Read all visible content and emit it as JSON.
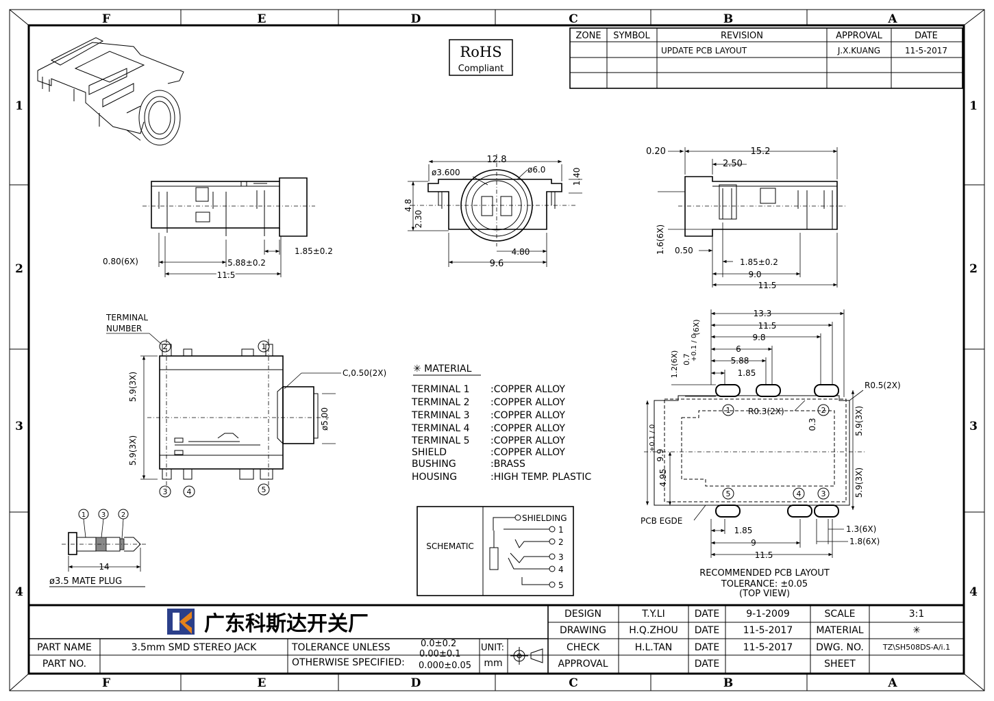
{
  "zones": {
    "columns": [
      "F",
      "E",
      "D",
      "C",
      "B",
      "A"
    ],
    "rows": [
      "1",
      "2",
      "3",
      "4"
    ]
  },
  "rohs": {
    "line1": "RoHS",
    "line2": "Compliant"
  },
  "revision_table": {
    "headers": [
      "ZONE",
      "SYMBOL",
      "REVISION",
      "APPROVAL",
      "DATE"
    ],
    "row1": {
      "zone": "",
      "symbol": "",
      "revision": "UPDATE PCB LAYOUT",
      "approval": "J.X.KUANG",
      "date": "11-5-2017"
    }
  },
  "front_view": {
    "dims": {
      "pitch": "0.80(6X)",
      "d588": "5.88±0.2",
      "d185": "1.85±0.2",
      "d115": "11.5"
    }
  },
  "end_view": {
    "dims": {
      "d128": "12.8",
      "d3600": "ø3.600",
      "d60": "ø6.0",
      "d140": "1.40",
      "d48": "4.8",
      "d230": "2.30",
      "d480": "4.80",
      "d96": "9.6"
    }
  },
  "side_view": {
    "dims": {
      "d020": "0.20",
      "d152": "15.2",
      "d250": "2.50",
      "d16": "1.6(6X)",
      "d050": "0.50",
      "d185": "1.85±0.2",
      "d90": "9.0",
      "d115": "11.5"
    }
  },
  "top_view": {
    "terminal_label_1": "TERMINAL",
    "terminal_label_2": "NUMBER",
    "chamfer": "C,0.50(2X)",
    "d59a": "5.9(3X)",
    "d59b": "5.9(3X)",
    "d500": "ø5.00",
    "terminals": [
      "1",
      "2",
      "3",
      "4",
      "5"
    ]
  },
  "plug": {
    "label": "ø3.5 MATE PLUG",
    "length": "14",
    "numbers": [
      "1",
      "3",
      "2"
    ]
  },
  "material": {
    "title": "✳ MATERIAL",
    "rows": [
      {
        "part": "TERMINAL 1",
        "material": ":COPPER ALLOY"
      },
      {
        "part": "TERMINAL 2",
        "material": ":COPPER ALLOY"
      },
      {
        "part": "TERMINAL 3",
        "material": ":COPPER ALLOY"
      },
      {
        "part": "TERMINAL 4",
        "material": ":COPPER ALLOY"
      },
      {
        "part": "TERMINAL 5",
        "material": ":COPPER ALLOY"
      },
      {
        "part": "SHIELD",
        "material": ":COPPER ALLOY"
      },
      {
        "part": "BUSHING",
        "material": ":BRASS"
      },
      {
        "part": "HOUSING",
        "material": ":HIGH TEMP. PLASTIC"
      }
    ]
  },
  "schematic": {
    "label": "SCHEMATIC",
    "pins": [
      "SHIELDING",
      "1",
      "2",
      "3",
      "4",
      "5"
    ]
  },
  "pcb_layout": {
    "dims": {
      "d133": "13.3",
      "d115": "11.5",
      "d98": "9.8",
      "d6": "6",
      "d588": "5.88",
      "d185": "1.85",
      "d12": "1.2(6X)",
      "d07": "0.7",
      "d07tol": "+0.1 / 0",
      "d07x": "(6X)",
      "r05": "R0.5(2X)",
      "r03": "R0.3(2X)",
      "d03": "0.3",
      "d99": "9.9",
      "d99tol": "+0.1 / 0",
      "d495": "4.95",
      "d59a": "5.9(3X)",
      "d59b": "5.9(3X)",
      "edge": "PCB EGDE",
      "b185": "1.85",
      "b9": "9",
      "b115": "11.5",
      "d13": "1.3(6X)",
      "d18": "1.8(6X)"
    },
    "caption1": "RECOMMENDED PCB LAYOUT",
    "caption2": "TOLERANCE: ±0.05",
    "caption3": "(TOP VIEW)",
    "pads": [
      "1",
      "2",
      "3",
      "4",
      "5"
    ]
  },
  "title_block": {
    "company": "广东科斯达开关厂",
    "part_name_label": "PART NAME",
    "part_name": "3.5mm SMD STEREO JACK",
    "part_no_label": "PART NO.",
    "part_no": "",
    "tolerance1": "TOLERANCE UNLESS",
    "tolerance2": "OTHERWISE SPECIFIED:",
    "tol_a": "0.0±0.2",
    "tol_b": "0.00±0.1",
    "tol_c": "0.000±0.05",
    "unit_label": "UNIT:",
    "unit": "mm",
    "design_label": "DESIGN",
    "design": "T.Y.LI",
    "drawing_label": "DRAWING",
    "drawing": "H.Q.ZHOU",
    "check_label": "CHECK",
    "check": "H.L.TAN",
    "approval_label": "APPROVAL",
    "approval": "",
    "date_label": "DATE",
    "date1": "9-1-2009",
    "date2": "11-5-2017",
    "date3": "11-5-2017",
    "date4": "",
    "scale_label": "SCALE",
    "scale": "3:1",
    "material_label": "MATERIAL",
    "material": "✳",
    "dwg_label": "DWG. NO.",
    "dwg": "TZ\\SH508DS-A/i.1",
    "sheet_label": "SHEET",
    "sheet": ""
  }
}
